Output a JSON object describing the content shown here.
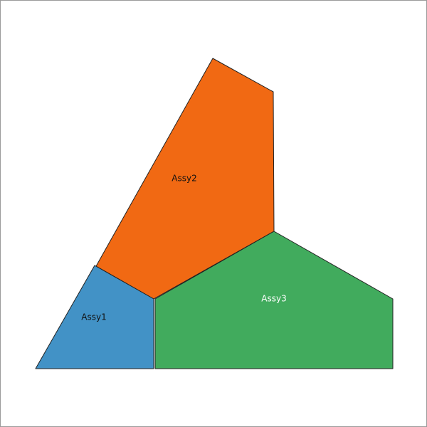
{
  "diagram": {
    "regions": [
      {
        "id": "assy1",
        "label": "Assy1",
        "fill": "#4292c6",
        "label_color": "#111111"
      },
      {
        "id": "assy2",
        "label": "Assy2",
        "fill": "#f16913",
        "label_color": "#111111"
      },
      {
        "id": "assy3",
        "label": "Assy3",
        "fill": "#41ab5d",
        "label_color": "#ffffff"
      }
    ],
    "border_color": "#9a9a9a",
    "outline_color": "#222222"
  }
}
